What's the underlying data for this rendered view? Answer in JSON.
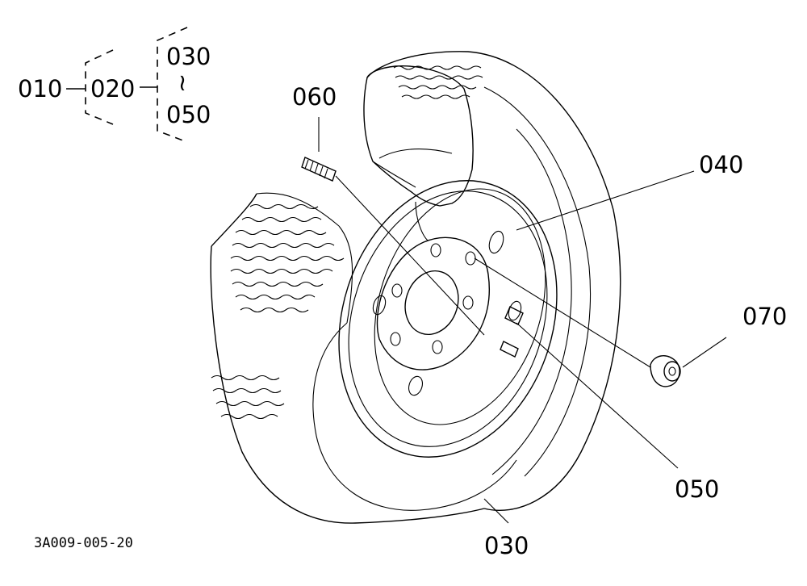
{
  "hierarchy": {
    "level1": "010",
    "level2": "020",
    "range_start": "030",
    "range_sep": "≀",
    "range_end": "050"
  },
  "callouts": {
    "stud": "060",
    "rim": "040",
    "nut": "070",
    "valve": "050",
    "tire": "030"
  },
  "figure_code": "3A009-005-20"
}
